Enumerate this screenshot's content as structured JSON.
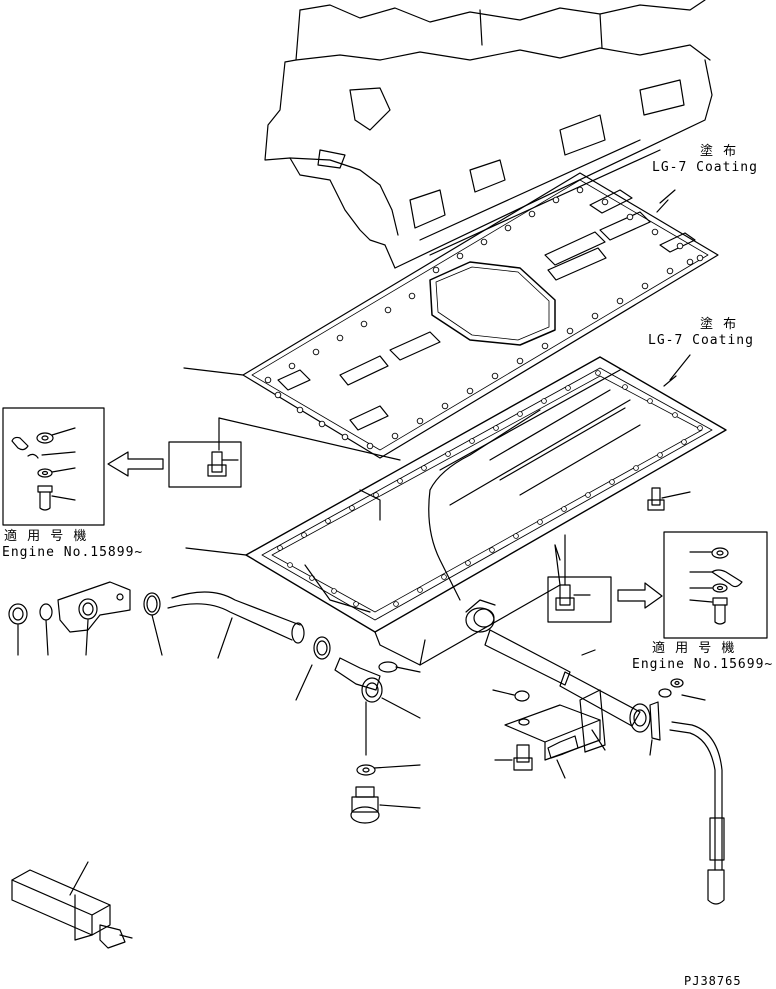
{
  "annotations": {
    "coating_top_jp": "塗 布",
    "coating_top_en": "LG-7 Coating",
    "coating_pan_jp": "塗 布",
    "coating_pan_en": "LG-7 Coating",
    "serial_left_jp": "適 用 号 機",
    "serial_left_en": "Engine No.15899~",
    "serial_right_jp": "適 用 号 機",
    "serial_right_en": "Engine No.15699~",
    "drawing_id": "PJ38765"
  }
}
